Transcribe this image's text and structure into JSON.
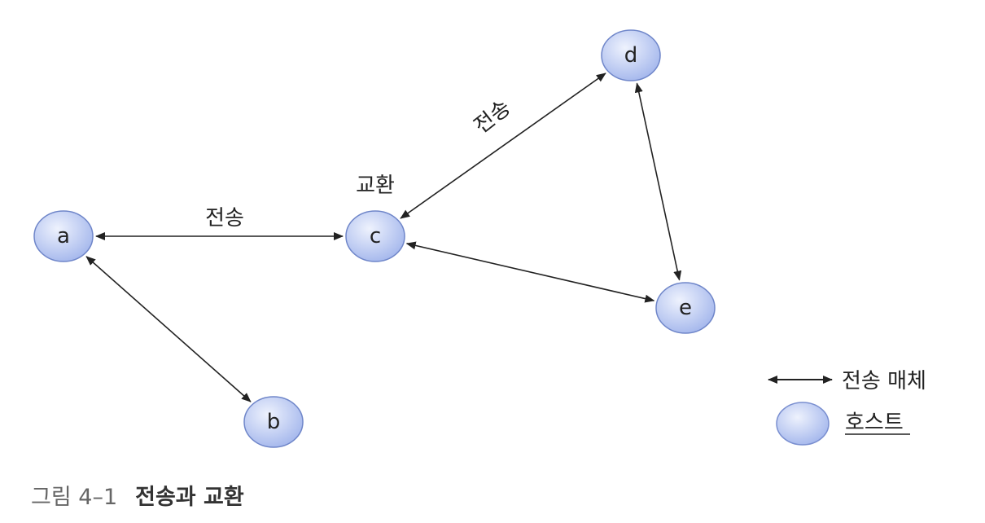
{
  "nodes": [
    {
      "id": "a",
      "label": "a"
    },
    {
      "id": "b",
      "label": "b"
    },
    {
      "id": "c",
      "label": "c"
    },
    {
      "id": "d",
      "label": "d"
    },
    {
      "id": "e",
      "label": "e"
    }
  ],
  "edges": [
    {
      "from": "a",
      "to": "c",
      "label": "전송"
    },
    {
      "from": "a",
      "to": "b",
      "label": ""
    },
    {
      "from": "c",
      "to": "d",
      "label": "전송"
    },
    {
      "from": "c",
      "to": "e",
      "label": ""
    },
    {
      "from": "d",
      "to": "e",
      "label": ""
    }
  ],
  "annotations": {
    "switch_label": "교환"
  },
  "legend": {
    "medium_label": "전송 매체",
    "host_label": "호스트"
  },
  "caption": {
    "number": "그림 4–1",
    "title": "전송과 교환"
  },
  "colors": {
    "node_fill_light": "#dfe7fb",
    "node_fill_dark": "#9fb3ec",
    "node_stroke": "#6f86c9",
    "edge": "#222222"
  }
}
